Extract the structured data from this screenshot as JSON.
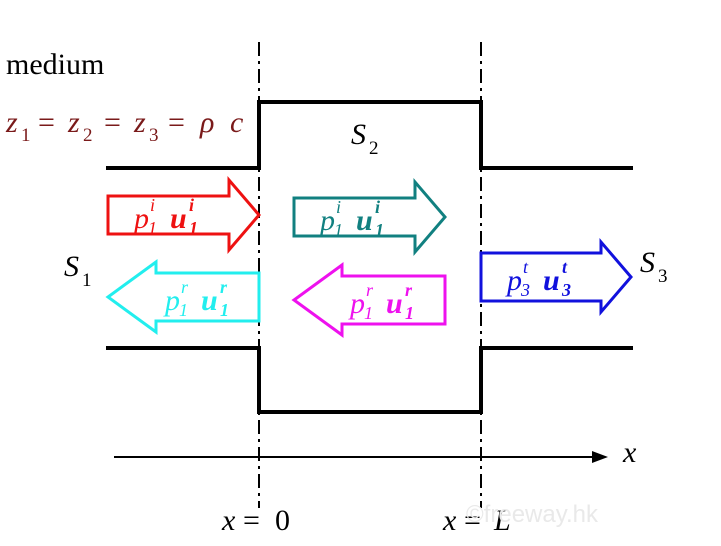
{
  "medium_label": "medium",
  "impedance": {
    "z1": "z",
    "s1": "1",
    "eq1": "=",
    "z2": "z",
    "s2": "2",
    "eq2": "=",
    "z3": "z",
    "s3": "3",
    "eq3": "=",
    "rho": "ρ",
    "c": "c",
    "color": "#7a1a1a"
  },
  "areas": {
    "s1": {
      "base": "S",
      "sub": "1"
    },
    "s2": {
      "base": "S",
      "sub": "2"
    },
    "s3": {
      "base": "S",
      "sub": "3"
    }
  },
  "arrows": [
    {
      "id": "incident-pipe1",
      "p_sup": "i",
      "p_sub": "1",
      "u_sup": "i",
      "u_sub": "1",
      "direction": "right",
      "color": "#ee1111"
    },
    {
      "id": "incident-chamber",
      "p_sup": "i",
      "p_sub": "1",
      "u_sup": "i",
      "u_sub": "1",
      "direction": "right",
      "color": "#118080"
    },
    {
      "id": "reflected-pipe1",
      "p_sup": "r",
      "p_sub": "1",
      "u_sup": "r",
      "u_sub": "1",
      "direction": "left",
      "color": "#22eeee"
    },
    {
      "id": "reflected-chamber",
      "p_sup": "r",
      "p_sub": "1",
      "u_sup": "r",
      "u_sub": "1",
      "direction": "left",
      "color": "#ee11ee"
    },
    {
      "id": "transmitted-pipe3",
      "p_sup": "t",
      "p_sub": "3",
      "u_sup": "t",
      "u_sub": "3",
      "direction": "right",
      "color": "#1111dd"
    }
  ],
  "axis": {
    "label": "x"
  },
  "positions": {
    "left": {
      "var": "x",
      "eq": "=",
      "val": "0"
    },
    "right": {
      "var": "x",
      "eq": "=",
      "val": "L"
    }
  },
  "watermark": "©freeway.hk",
  "symbols": {
    "p": "p",
    "u": "u"
  }
}
